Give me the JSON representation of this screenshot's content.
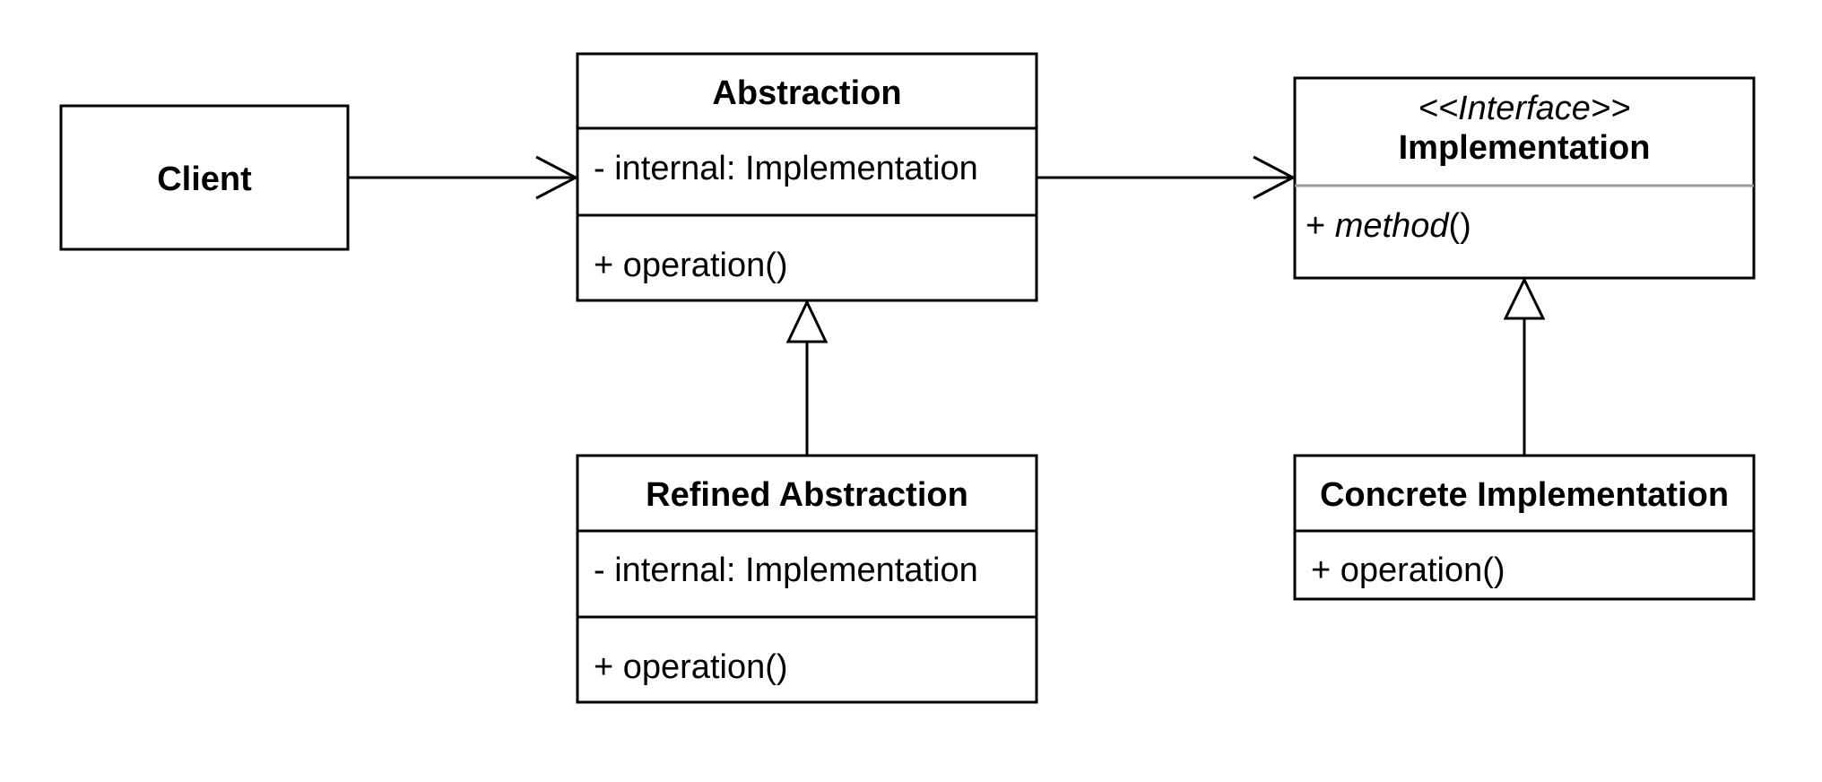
{
  "diagram": {
    "classes": {
      "client": {
        "name": "Client"
      },
      "abstraction": {
        "name": "Abstraction",
        "attribute": "- internal: Implementation",
        "operation": "+ operation()"
      },
      "implementation": {
        "stereotype": "<<Interface>>",
        "name": "Implementation",
        "method_prefix": "+ ",
        "method_name": "method",
        "method_suffix": "()"
      },
      "refined_abstraction": {
        "name": "Refined Abstraction",
        "attribute": "- internal: Implementation",
        "operation": "+ operation()"
      },
      "concrete_implementation": {
        "name": "Concrete Implementation",
        "operation": "+ operation()"
      }
    },
    "relationships": [
      {
        "from": "Client",
        "to": "Abstraction",
        "kind": "association"
      },
      {
        "from": "Abstraction",
        "to": "Implementation",
        "kind": "association"
      },
      {
        "from": "Refined Abstraction",
        "to": "Abstraction",
        "kind": "generalization"
      },
      {
        "from": "Concrete Implementation",
        "to": "Implementation",
        "kind": "realization"
      }
    ]
  }
}
